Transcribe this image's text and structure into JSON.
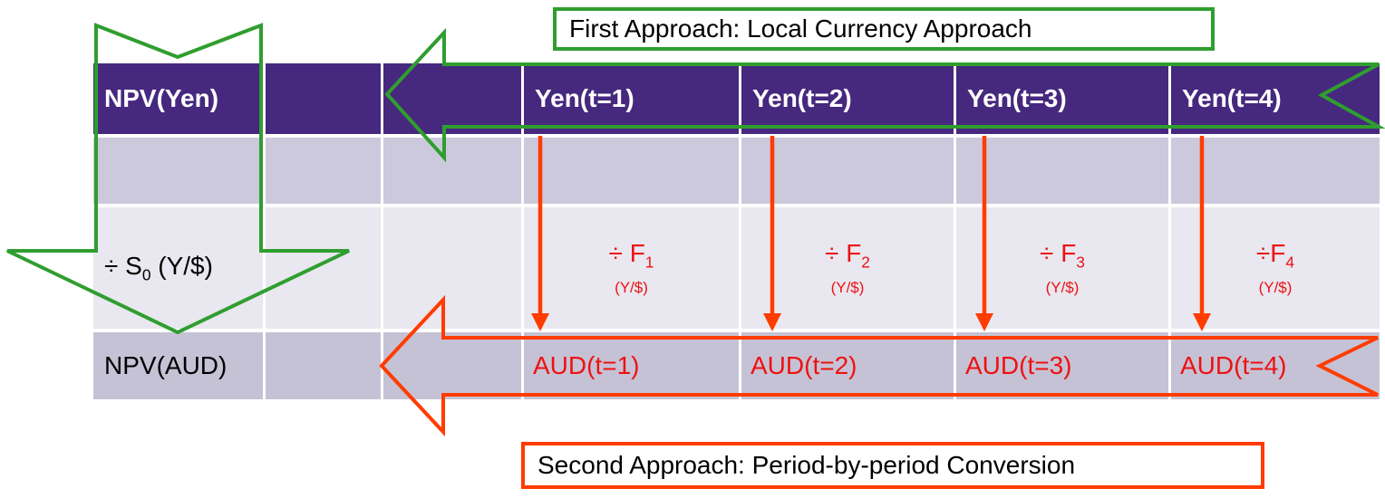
{
  "boxes": {
    "first_approach": "First Approach: Local Currency Approach",
    "second_approach": "Second Approach: Period-by-period Conversion"
  },
  "table": {
    "header": [
      "NPV(Yen)",
      "",
      "",
      "Yen(t=1)",
      "Yen(t=2)",
      "Yen(t=3)",
      "Yen(t=4)"
    ],
    "spot": {
      "prefix": "÷ S",
      "sub": "0",
      "suffix": " (Y/$)"
    },
    "forwards": [
      {
        "prefix": "÷ F",
        "sub": "1",
        "unit": "(Y/$)"
      },
      {
        "prefix": "÷ F",
        "sub": "2",
        "unit": "(Y/$)"
      },
      {
        "prefix": "÷ F",
        "sub": "3",
        "unit": "(Y/$)"
      },
      {
        "prefix": "÷F",
        "sub": "4",
        "unit": "(Y/$)"
      }
    ],
    "npv_aud": "NPV(AUD)",
    "aud": [
      "AUD(t=1)",
      "AUD(t=2)",
      "AUD(t=3)",
      "AUD(t=4)"
    ]
  },
  "colors": {
    "purple": "#46287E",
    "row-light": "#E9E7F0",
    "row-mid": "#CDC9DC",
    "row-dark": "#C6C2D5",
    "green": "#2F9E2F",
    "orange": "#FF3C00",
    "red": "#EE1111"
  }
}
